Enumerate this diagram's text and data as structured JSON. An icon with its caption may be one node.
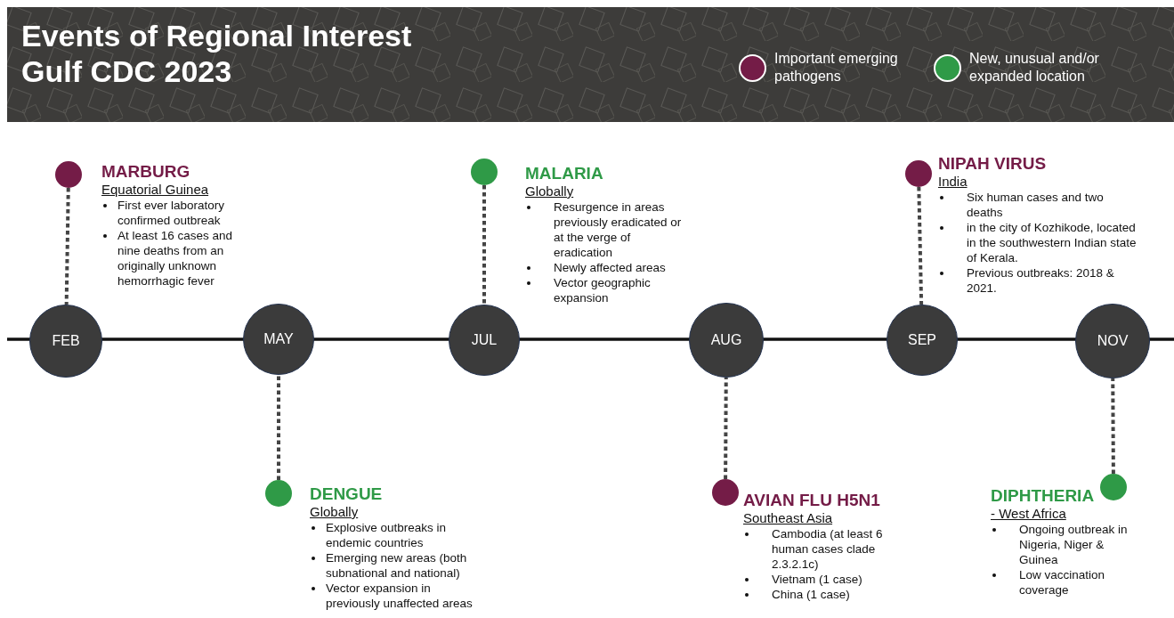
{
  "diagram": {
    "title": "Events of Regional Interest Gulf CDC 2023",
    "nodes": [
      {
        "text": [
          "FEB"
        ]
      },
      {
        "text": [
          "MAY"
        ]
      },
      {
        "text": [
          "JUL"
        ]
      },
      {
        "text": [
          "AUG"
        ]
      },
      {
        "text": [
          "SEP"
        ]
      },
      {
        "text": [
          "NOV"
        ]
      },
      {
        "text": [],
        "shape": "circle",
        "beside": [
          "MARBURG",
          "Equatorial Guinea",
          "First ever laboratory confirmed outbreak",
          "At least 16 cases and nine deaths from an originally unknown hemorrhagic fever"
        ]
      },
      {
        "text": [],
        "shape": "circle",
        "beside": [
          "DENGUE",
          "Globally",
          "Explosive outbreaks in endemic countries",
          "Emerging new areas (both subnational and national)",
          "Vector expansion in previously unaffected areas"
        ]
      },
      {
        "text": [],
        "shape": "circle",
        "beside": [
          "MALARIA",
          "Globally",
          "Resurgence in areas previously eradicated or at the verge of eradication",
          "Newly affected areas",
          "Vector geographic expansion"
        ]
      },
      {
        "text": [],
        "shape": "circle",
        "beside": [
          "AVIAN FLU H5N1",
          "Southeast Asia",
          "Cambodia (at least 6 human cases clade 2.3.2.1c)",
          "Vietnam (1 case)",
          "China (1 case)"
        ]
      },
      {
        "text": [],
        "shape": "circle",
        "beside": [
          "NIPAH VIRUS",
          "India",
          "Six human cases and two deaths",
          "in the city of Kozhikode, located in the southwestern Indian state of Kerala.",
          "Previous outbreaks: 2018 & 2021."
        ]
      },
      {
        "text": [],
        "shape": "circle",
        "beside": [
          "DIPHTHERIA",
          "- West Africa",
          "Ongoing outbreak in Nigeria, Niger & Guinea",
          "Low vaccination coverage"
        ]
      }
    ],
    "edges": [
      {
        "from": 6,
        "to": 0,
        "arrow": "none",
        "style": "dashed"
      },
      {
        "from": 7,
        "to": 1,
        "arrow": "none",
        "style": "dashed"
      },
      {
        "from": 8,
        "to": 2,
        "arrow": "none",
        "style": "dashed"
      },
      {
        "from": 9,
        "to": 3,
        "arrow": "none",
        "style": "dashed"
      },
      {
        "from": 10,
        "to": 4,
        "arrow": "none",
        "style": "dashed"
      },
      {
        "from": 11,
        "to": 5,
        "arrow": "none",
        "style": "dashed"
      }
    ],
    "legend": [
      {
        "text": "Important emerging pathogens",
        "color": "#741c47"
      },
      {
        "text": "New, unusual and/or expanded location",
        "color": "#2f9a47"
      }
    ]
  }
}
